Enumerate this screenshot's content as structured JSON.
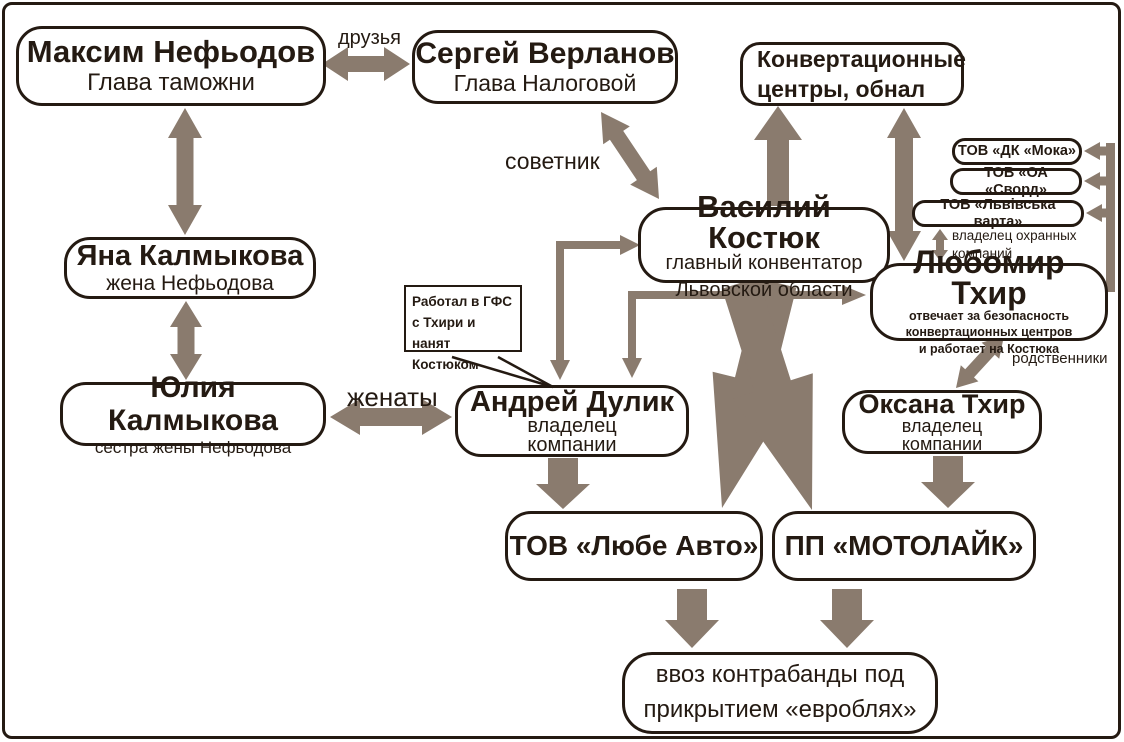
{
  "diagram": {
    "nodes": {
      "nefyodov": {
        "title": "Максим Нефьодов",
        "subtitle": "Глава таможни"
      },
      "verlanov": {
        "title": "Сергей Верланов",
        "subtitle": "Глава Налоговой"
      },
      "conversion": {
        "line1": "Конвертационные",
        "line2": "центры, обнал"
      },
      "moka": {
        "title": "ТОВ «ДК «Мока»"
      },
      "svord": {
        "title": "ТОВ «ОА «Сворд»"
      },
      "varta": {
        "title": "ТОВ «Львівська варта»"
      },
      "kostyuk": {
        "title": "Василий Костюк",
        "subtitle1": "главный конвентатор",
        "subtitle2": "Львовской области"
      },
      "thir": {
        "title": "Любомир Тхир",
        "subtitle1": "отвечает за безопасность",
        "subtitle2": "конвертационных центров",
        "subtitle3": "и работает на Костюка"
      },
      "yana": {
        "title": "Яна Калмыкова",
        "subtitle": "жена Нефьодова"
      },
      "yulia": {
        "title": "Юлия Калмыкова",
        "subtitle": "сестра жены Нефьодова"
      },
      "dulik": {
        "title": "Андрей Дулик",
        "subtitle1": "владелец",
        "subtitle2": "компании"
      },
      "oksana": {
        "title": "Оксана Тхир",
        "subtitle1": "владелец",
        "subtitle2": "компании"
      },
      "lyube_avto": {
        "title": "ТОВ «Любе Авто»"
      },
      "motolike": {
        "title": "ПП «МОТОЛАЙК»"
      },
      "vvoz": {
        "line1": "ввоз контрабанды под",
        "line2": "прикрытием «евроблях»"
      }
    },
    "note": {
      "line1": "Работал в ГФС",
      "line2": "с Тхири и нанят",
      "line3": "Костюком"
    },
    "edge_labels": {
      "druzya": "друзья",
      "sovetnik": "советник",
      "zhenaty": "женаты",
      "vladelets_ohrannyh": "владелец охранных компаний",
      "rodstvenniki": "родственники"
    },
    "colors": {
      "arrow": "#8a7b6e",
      "ink": "#241a12",
      "box_bg": "#ffffff"
    }
  }
}
